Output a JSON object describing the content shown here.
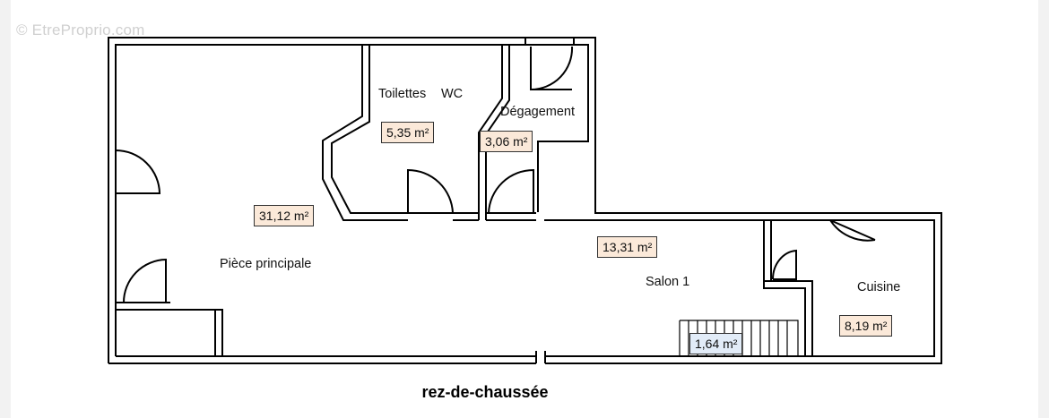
{
  "watermark": "© EtreProprio.com",
  "caption": "rez-de-chaussée",
  "rooms": {
    "piece_principale": {
      "name": "Pièce principale",
      "area": "31,12 m²"
    },
    "toilettes": {
      "name": "Toilettes",
      "area": "5,35 m²"
    },
    "wc": {
      "name": "WC"
    },
    "degagement": {
      "name": "Dégagement",
      "area": "3,06 m²"
    },
    "salon": {
      "name": "Salon 1",
      "area": "13,31 m²"
    },
    "cuisine": {
      "name": "Cuisine",
      "area": "8,19 m²"
    },
    "escalier": {
      "area": "1,64 m²"
    }
  }
}
